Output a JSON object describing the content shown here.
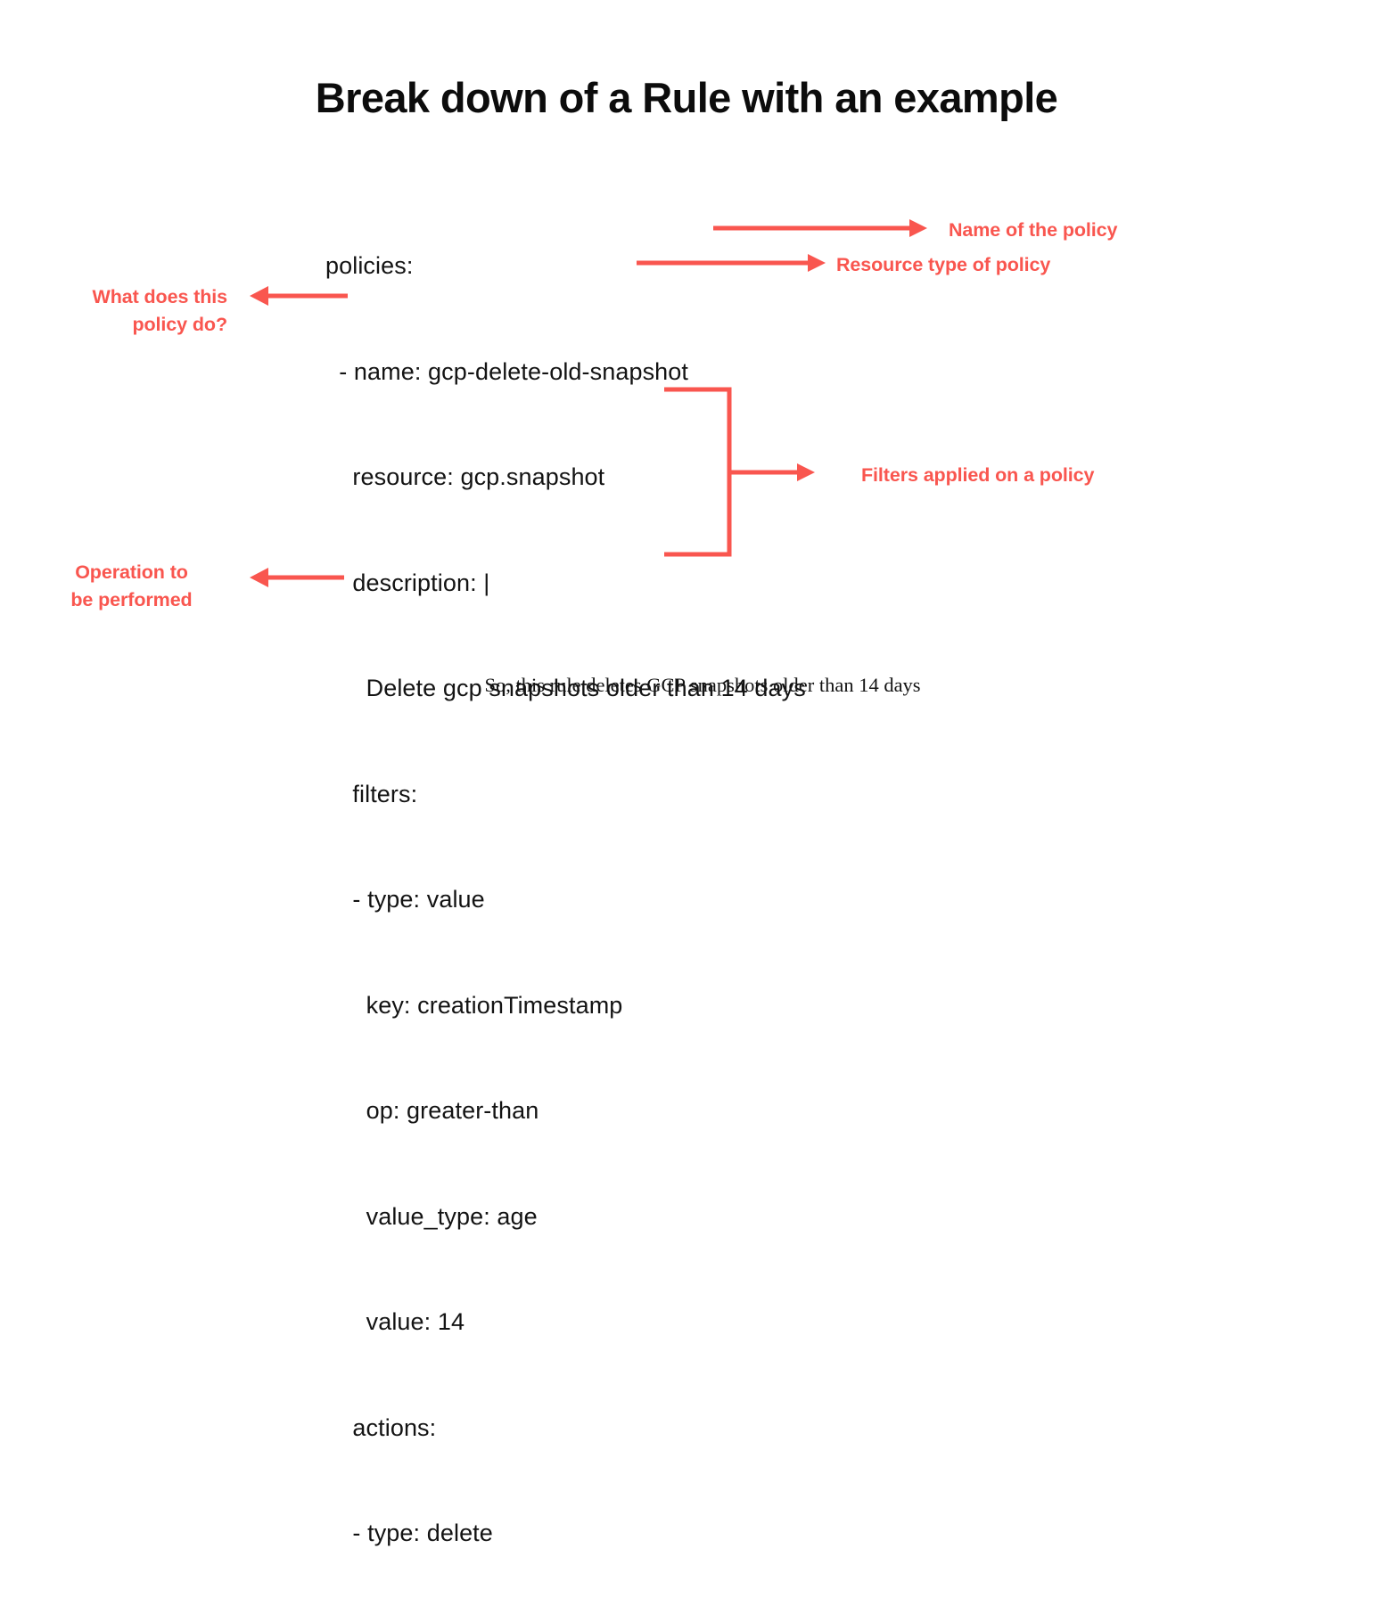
{
  "title": "Break down of a Rule with an example",
  "accent_color": "#f9564f",
  "text_color": "#131313",
  "background_color": "#ffffff",
  "yaml": {
    "lines": [
      "policies:",
      "  - name: gcp-delete-old-snapshot",
      "    resource: gcp.snapshot",
      "    description: |",
      "      Delete gcp snapshots older than 14 days",
      "    filters:",
      "    - type: value",
      "      key: creationTimestamp",
      "      op: greater-than",
      "      value_type: age",
      "      value: 14",
      "    actions:",
      "    - type: delete"
    ]
  },
  "annotations": {
    "name_of_policy": "Name of the policy",
    "resource_type": "Resource type of policy",
    "what_does_policy_do": "What does this\npolicy do?",
    "filters_applied": "Filters applied on a policy",
    "operation_performed": "Operation to\nbe performed"
  },
  "caption": "So, this rule deletes GCP snapshots older than 14 days"
}
